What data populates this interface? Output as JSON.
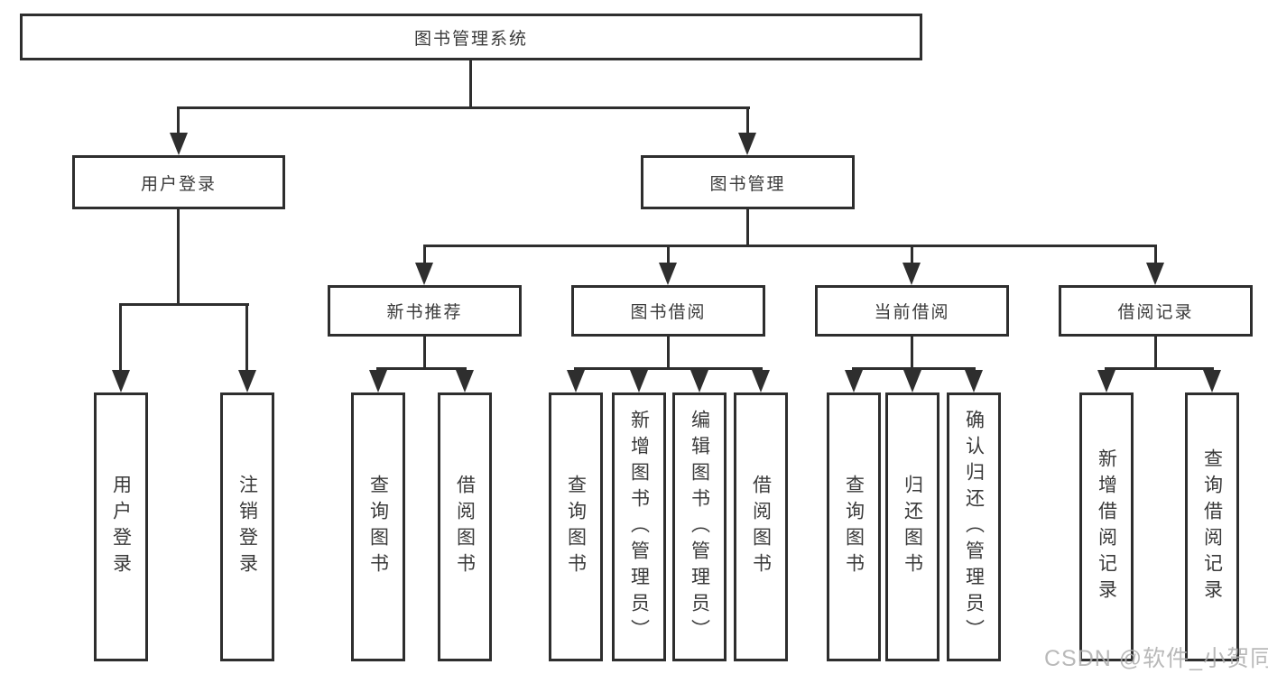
{
  "title": "图书管理系统",
  "level2": {
    "user_login": "用户登录",
    "book_mgmt": "图书管理"
  },
  "level3": {
    "new_books": "新书推荐",
    "borrowing": "图书借阅",
    "current": "当前借阅",
    "records": "借阅记录"
  },
  "leaves": {
    "user_login": [
      "用户登录",
      "注销登录"
    ],
    "new_books": [
      "查询图书",
      "借阅图书"
    ],
    "borrowing": [
      "查询图书",
      "新增图书（管理员）",
      "编辑图书（管理员）",
      "借阅图书"
    ],
    "current": [
      "查询图书",
      "归还图书",
      "确认归还（管理员）"
    ],
    "records": [
      "新增借阅记录",
      "查询借阅记录"
    ]
  },
  "watermark": "CSDN @软件_小贺同学",
  "colors": {
    "line": "#2e2e2e",
    "box_border": "#2e2e2e",
    "text": "#3a3a3a",
    "background": "#ffffff",
    "watermark": "#adadad"
  }
}
